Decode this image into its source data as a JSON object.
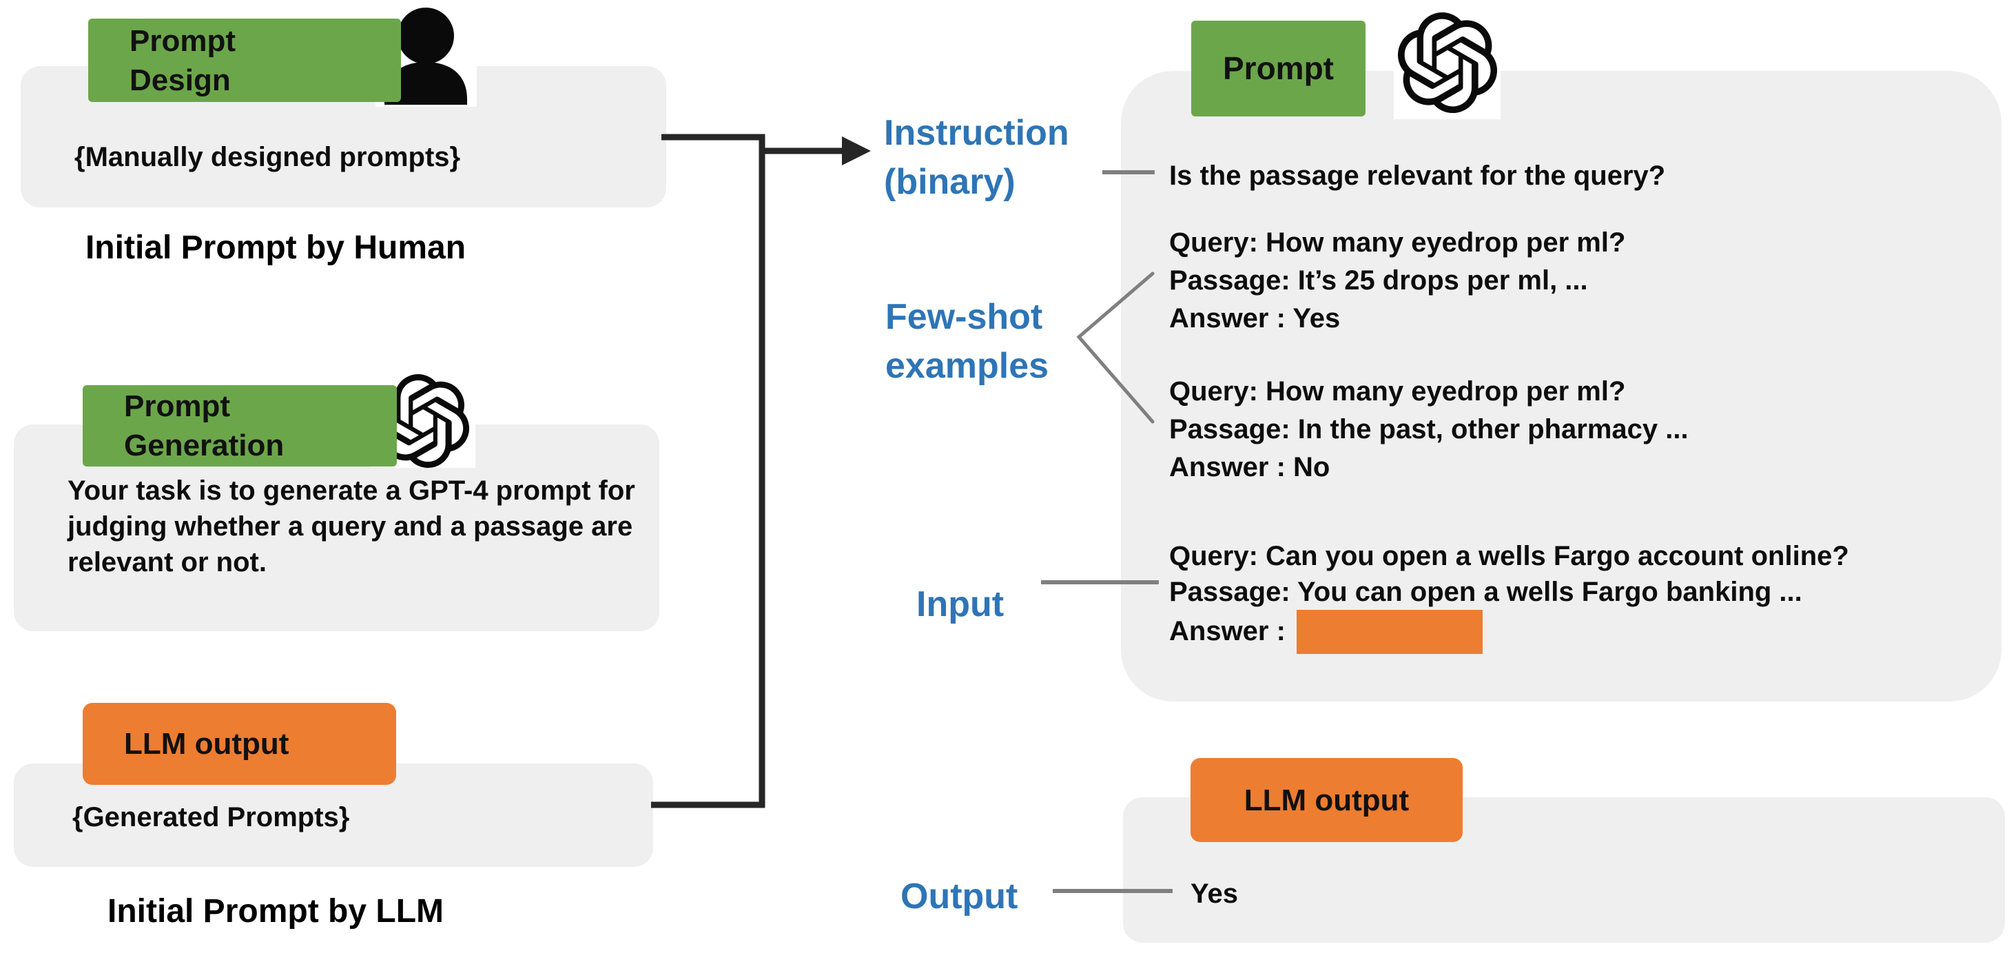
{
  "palette": {
    "green": "#6CA64A",
    "orange": "#ED7D31",
    "blue": "#2E75B6",
    "panel_gray": "#efefef",
    "connector_black": "#262626",
    "connector_gray": "#7f7f7f"
  },
  "left": {
    "human": {
      "label_line1": "Prompt",
      "label_line2": "Design",
      "body": "{Manually designed prompts}",
      "caption": "Initial Prompt by Human"
    },
    "generation": {
      "label_line1": "Prompt",
      "label_line2": "Generation",
      "body": "Your task is to generate a GPT-4 prompt for judging whether a query and a passage are relevant or not."
    },
    "llm": {
      "label": "LLM output",
      "body": "{Generated Prompts}",
      "caption": "Initial Prompt by LLM"
    }
  },
  "annotations": {
    "instruction_line1": "Instruction",
    "instruction_line2": "(binary)",
    "fewshot_line1": "Few-shot",
    "fewshot_line2": "examples",
    "input": "Input",
    "output": "Output"
  },
  "prompt_panel": {
    "label": "Prompt",
    "instruction": "Is the passage relevant for the query?",
    "examples": [
      {
        "query": "Query: How many eyedrop per ml?",
        "passage": "Passage: It’s 25 drops per ml, ...",
        "answer": "Answer : Yes"
      },
      {
        "query": "Query: How many eyedrop per ml?",
        "passage": "Passage: In the past, other pharmacy ...",
        "answer": "Answer : No"
      }
    ],
    "input": {
      "query": "Query: Can you open a wells Fargo account online?",
      "passage": "Passage: You can open a wells Fargo banking ...",
      "answer_prefix": "Answer :"
    }
  },
  "output_panel": {
    "label": "LLM output",
    "value": "Yes"
  }
}
